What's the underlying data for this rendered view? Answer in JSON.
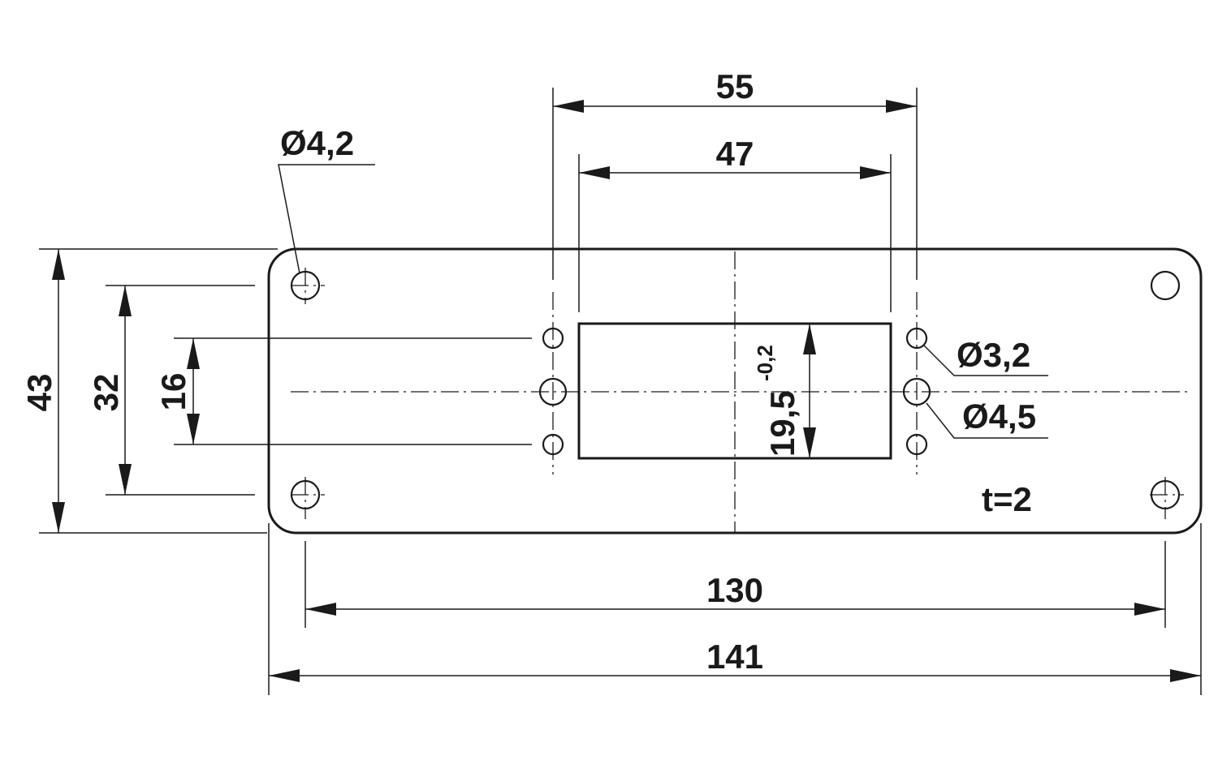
{
  "drawing": {
    "dimensions": {
      "overall_width": "141",
      "hole_spacing_width": "130",
      "outer_pin_spacing": "55",
      "cutout_width": "47",
      "overall_height": "43",
      "hole_spacing_height": "32",
      "pin_spacing_height": "16",
      "cutout_height": "19,5",
      "cutout_height_tolerance": "-0,2"
    },
    "callouts": {
      "mounting_hole": "Ø4,2",
      "small_pin_hole": "Ø3,2",
      "large_pin_hole": "Ø4,5"
    },
    "thickness": "t=2"
  }
}
